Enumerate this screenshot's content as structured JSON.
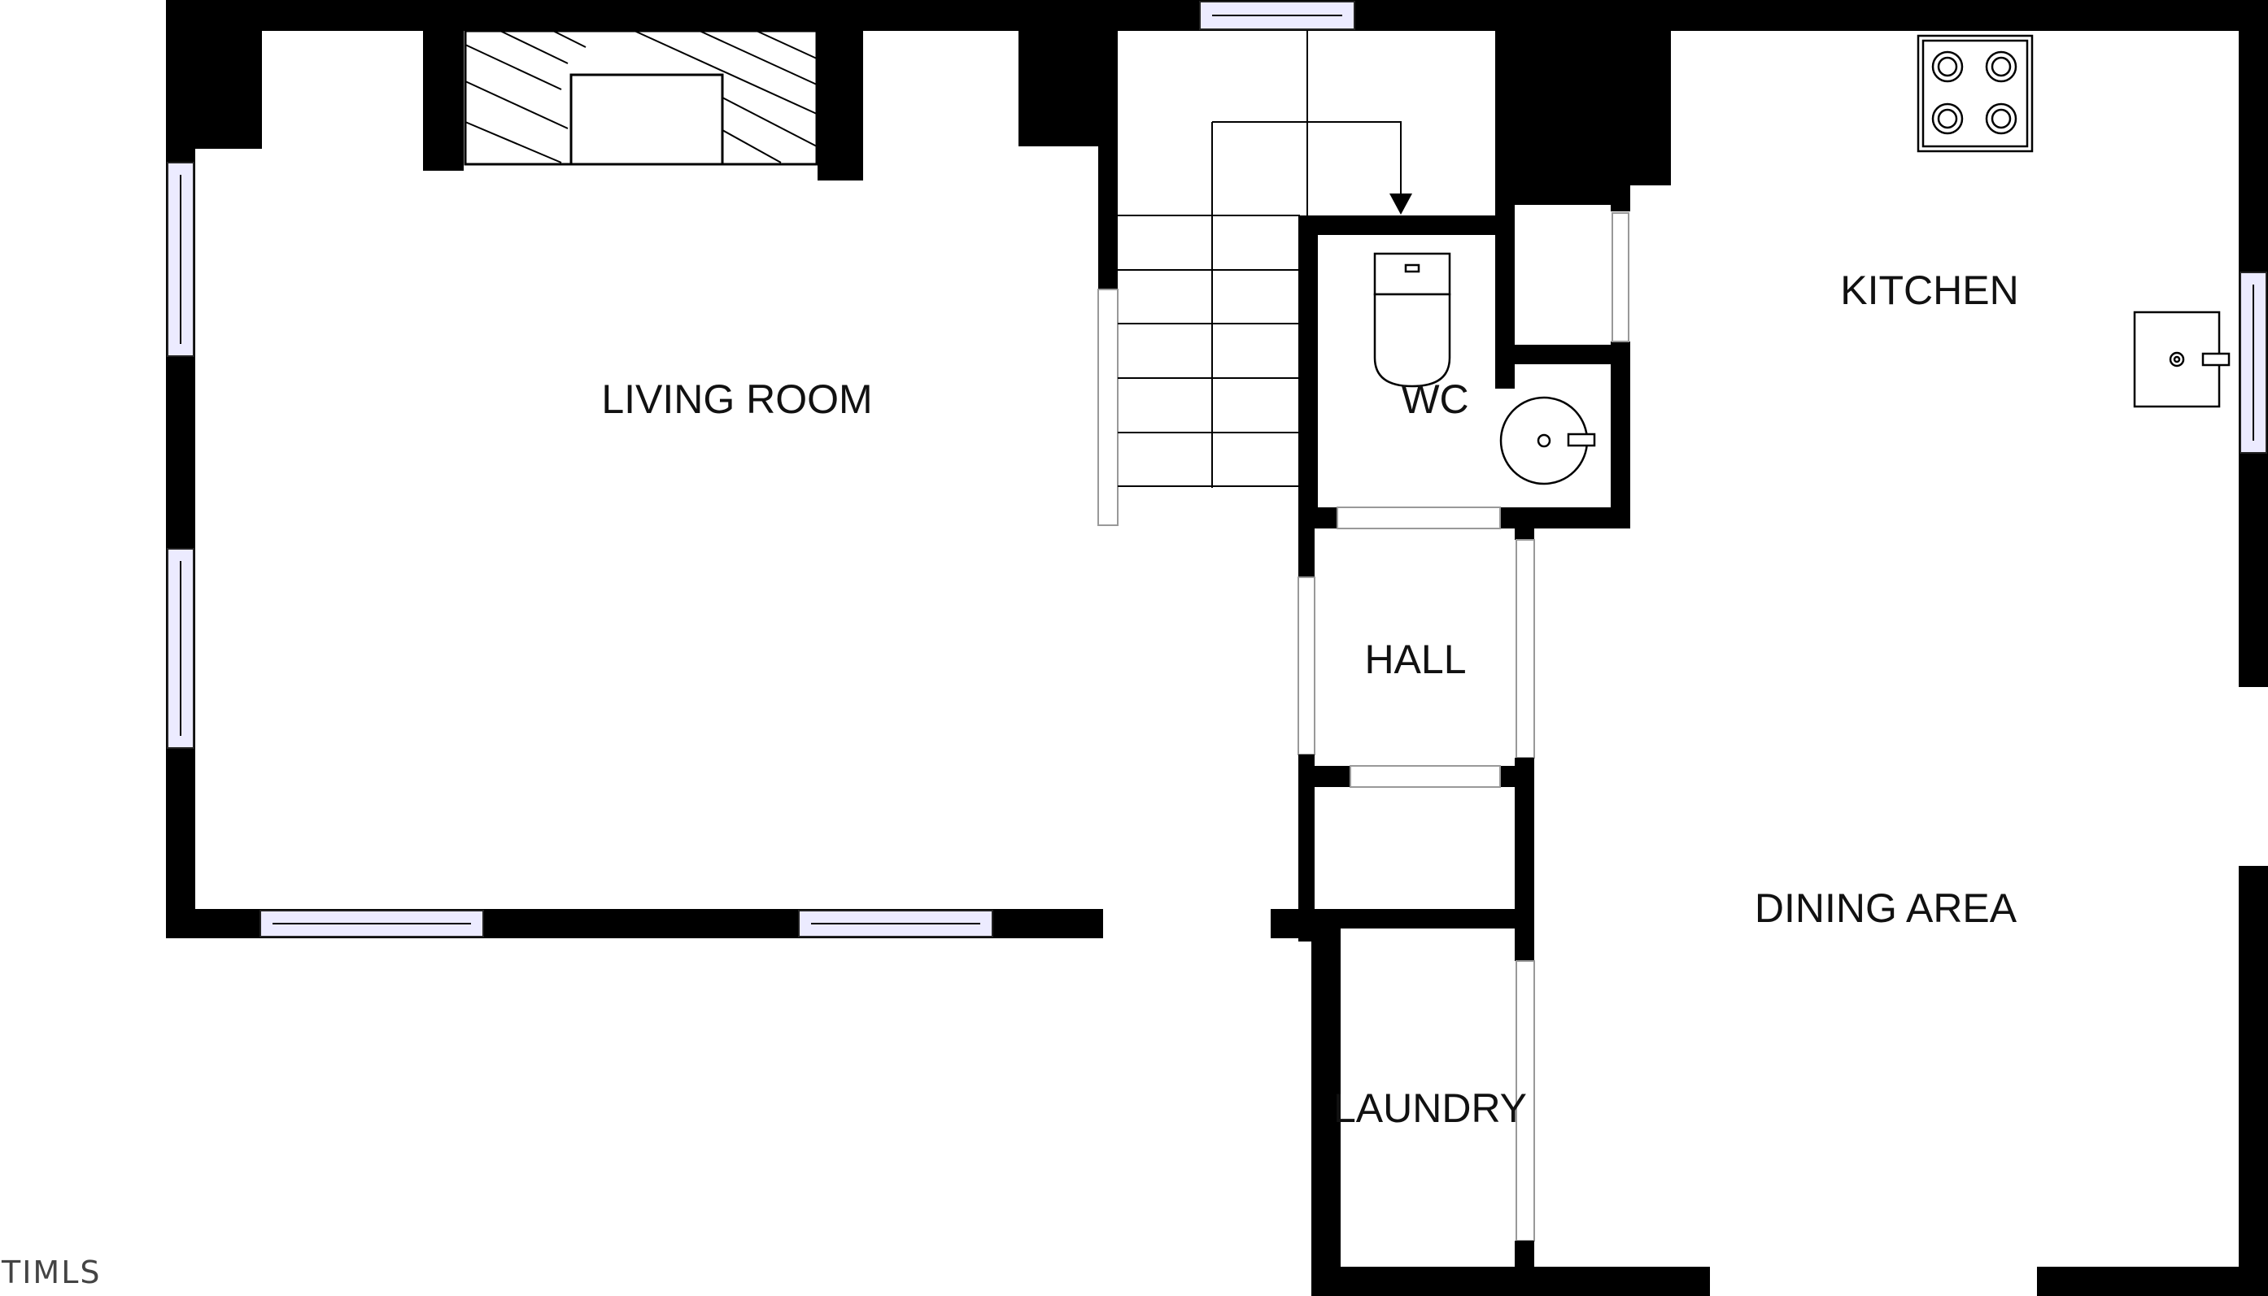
{
  "floorplan": {
    "rooms": {
      "living_room": "LIVING ROOM",
      "kitchen": "KITCHEN",
      "wc": "WC",
      "hall": "HALL",
      "dining_area": "DINING AREA",
      "laundry": "LAUNDRY"
    },
    "watermark": "TIMLS"
  }
}
